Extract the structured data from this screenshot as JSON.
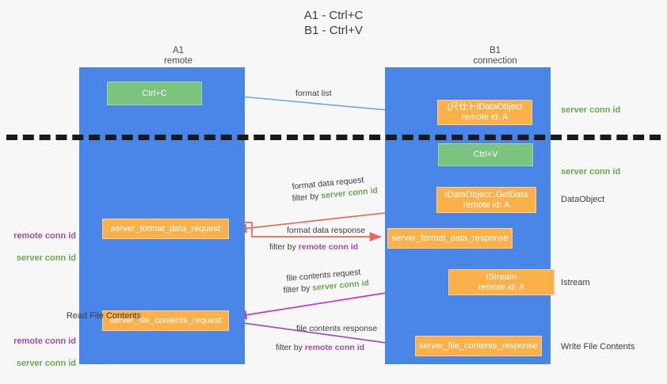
{
  "title": "A1 - Ctrl+C\nB1 - Ctrl+V",
  "lanes": [
    {
      "name": "a1",
      "header": "A1\nremote"
    },
    {
      "name": "b1",
      "header": "B1\nconnection"
    }
  ],
  "nodes": {
    "ctrl_c": "Ctrl+C",
    "idataobject": "(尺仕トIDataObject\nremote id: A",
    "ctrl_v": "Ctrl+V",
    "getdata": "IDataObject::GetData\nremote id: A",
    "format_data_request": "server_format_data_request",
    "format_data_response": "server_format_data_response",
    "istream": "IStream\nremote id: A",
    "file_contents_request": "server_file_contents_request",
    "file_contents_response": "server_file_contents_response"
  },
  "notes": {
    "right_server_conn_id_1": "server conn id",
    "right_server_conn_id_2": "server conn id",
    "dataobject": "DataObject",
    "istream": "Istream",
    "write_file_contents": "Write File Contents",
    "read_file_contents": "Read File Contents",
    "remote_conn_id": "remote conn id",
    "server_conn_id": "server conn id"
  },
  "edges": {
    "format_list": "format list",
    "format_data_request": "format data request",
    "format_data_request_filter_prefix": "filter by ",
    "format_data_request_filter_value": "server conn id",
    "format_data_response": "format data response",
    "format_data_response_filter_prefix": "filter by ",
    "format_data_response_filter_value": "remote conn id",
    "file_contents_request": "file contents request",
    "file_contents_request_filter_prefix": "filter by ",
    "file_contents_request_filter_value": "server conn id",
    "file_contents_response": "file contents response",
    "file_contents_response_filter_prefix": "filter by ",
    "file_contents_response_filter_value": "remote conn id"
  },
  "colors": {
    "lane": "#4a86e8",
    "green_node": "#7bc47f",
    "orange_node": "#fbb04a",
    "server_conn_id": "#6aa84f",
    "remote_conn_id": "#a64ca6",
    "arrow_light_blue": "#6fa8dc",
    "arrow_red": "#e8685c",
    "arrow_magenta": "#cc33cc",
    "arrow_purple": "#9b51c0",
    "arrow_black": "#1a1a1a",
    "background": "#f7f7f7"
  }
}
